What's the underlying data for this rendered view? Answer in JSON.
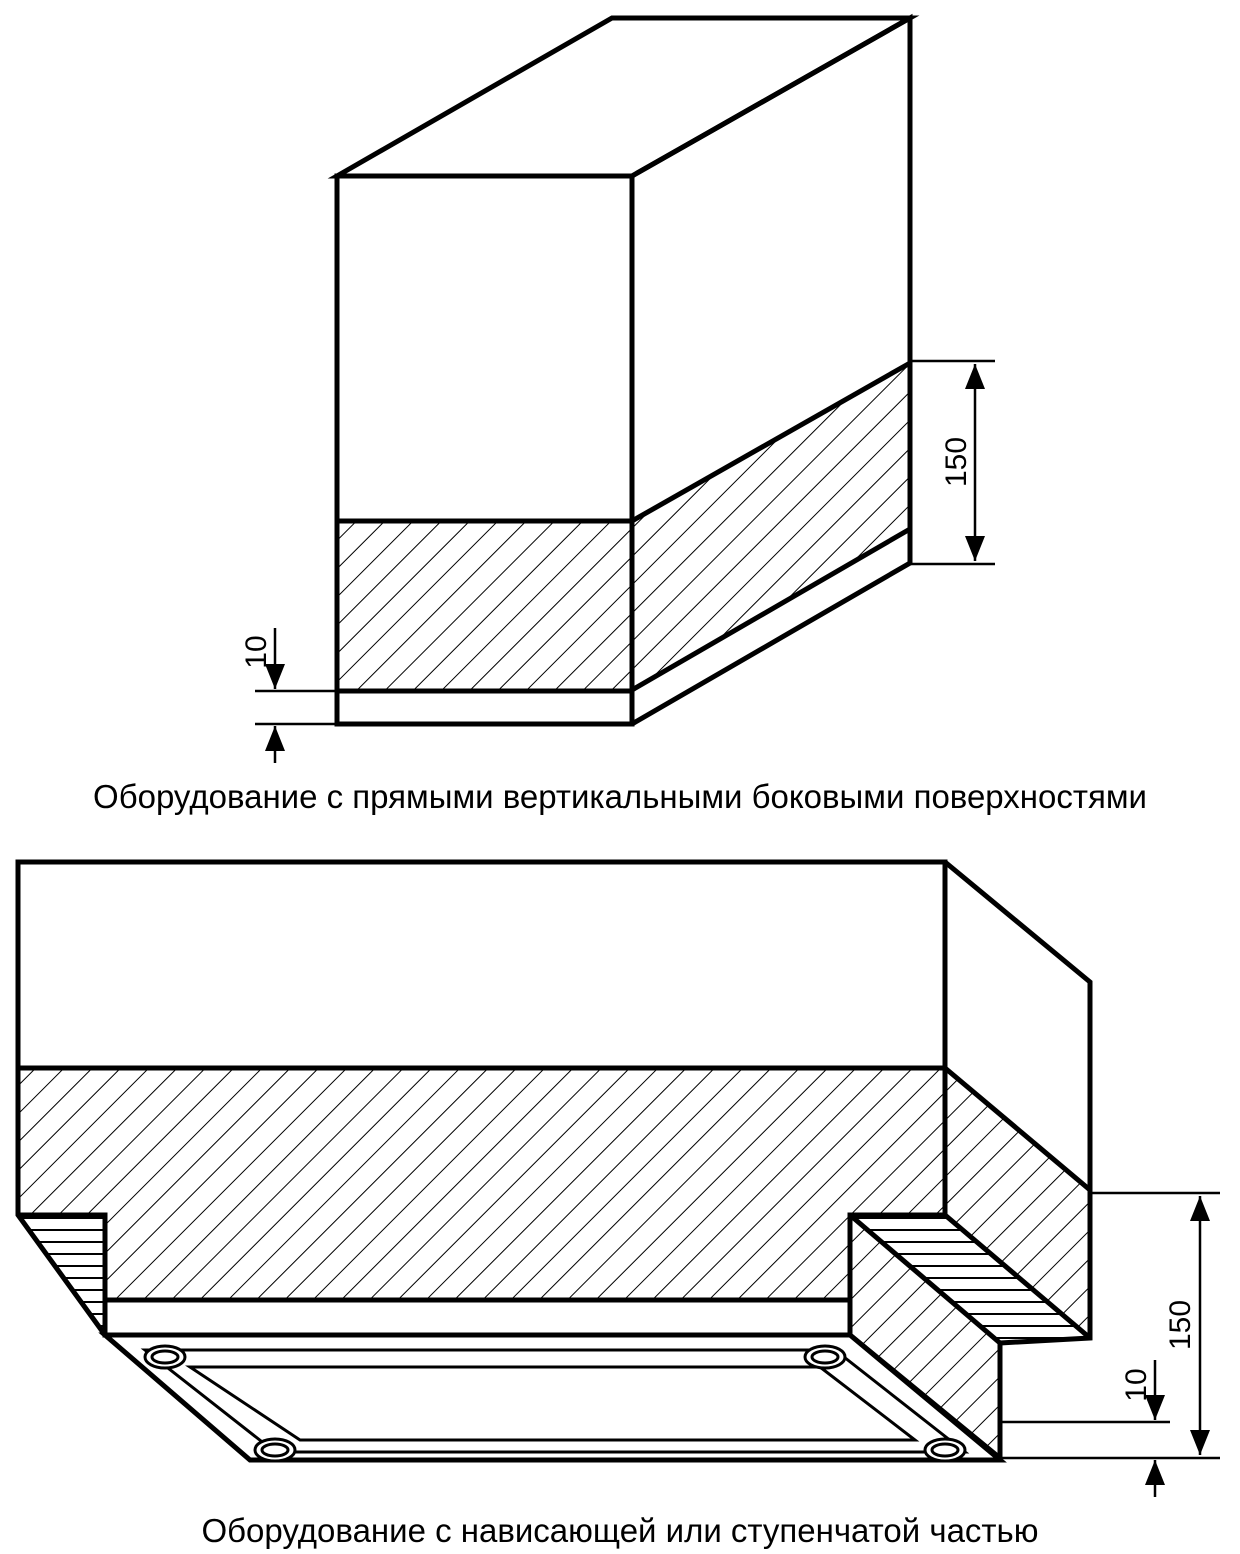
{
  "figure_top": {
    "caption": "Оборудование с прямыми вертикальными боковыми поверхностями",
    "dim_height": "150",
    "dim_gap": "10"
  },
  "figure_bottom": {
    "caption": "Оборудование с нависающей или ступенчатой частью",
    "dim_height": "150",
    "dim_gap": "10"
  }
}
